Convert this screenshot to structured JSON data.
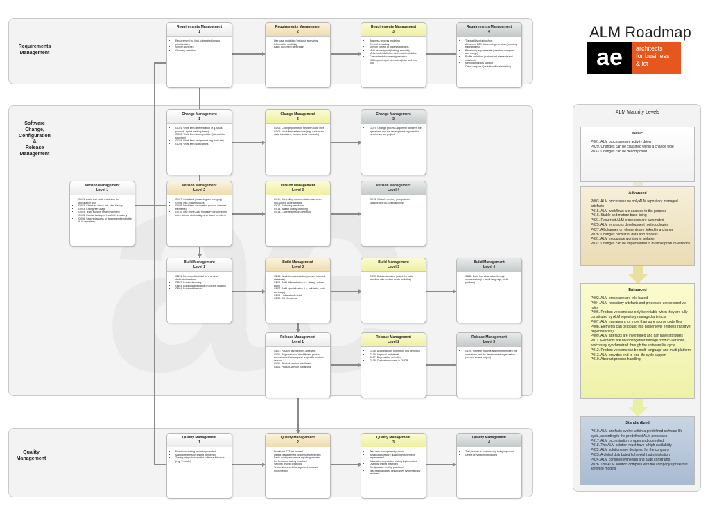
{
  "title": "ALM Roadmap",
  "logo": {
    "mark": "ae",
    "line1": "architects",
    "line2": "for business",
    "line3": "& ict"
  },
  "rows": {
    "requirements": "Requirements Management",
    "scm_lines": [
      "Software",
      "Change,",
      "Configuration",
      "&",
      "Release",
      "Management"
    ],
    "quality": "Quality Management"
  },
  "boxes": {
    "req1": {
      "t1": "Requirements Management",
      "t2": "1",
      "items": [
        "Requirement list (incl. categorization and prioritization)",
        "Screen sketches",
        "Glossary definition"
      ]
    },
    "req2": {
      "t1": "Requirements Management",
      "t2": "2",
      "items": [
        "Use case modeling (pre/post, scenarios)",
        "Information modeling",
        "Basic document generation"
      ]
    },
    "req3": {
      "t1": "Requirements Management",
      "t2": "3",
      "items": [
        "Business process modeling",
        "Central repository",
        "Version control of analysis artefacts",
        "Multi-user support (locking, security)",
        "Meta-model definition and model validation",
        "Customized document generation",
        "XMI import/export of models (inter and intra tool)"
      ]
    },
    "req4": {
      "t1": "Requirements Management",
      "t2": "4",
      "items": [
        "Traceability relationships",
        "Advanced E2E document generation (following traceabilities)",
        "Baselining requirements (baseline, compare and merge)",
        "Profile definition (customized elements and notations)",
        "Method workflow support",
        "Pattern support (definition & instantiation)"
      ]
    },
    "chg1": {
      "t1": "Change Management",
      "t2": "1",
      "items": [
        "GC01. Work item differentiation (e.g. tasks, product - sprint backlog items)",
        "GC02. Work item decomposition (hierarchical structure)",
        "GC03. Work item assignment (e.g. todo list)",
        "GC04. Work item notifications"
      ]
    },
    "chg2": {
      "t1": "Change Management",
      "t2": "2",
      "items": [
        "GC05. Change promotion between code lines",
        "GC06. Work item extensions (e.g. customized state transitions, custom fields - controls)"
      ]
    },
    "chg3": {
      "t1": "Change Management",
      "t2": "3",
      "items": [
        "GC07. Change process alignment between the operations and the development organization (service versus project)"
      ]
    },
    "ver1": {
      "t1": "Version Management",
      "t2": "Level 1",
      "items": [
        "GV01. Avoid that code resides on the workstation only",
        "GV02. Check-in, check-out, view history",
        "GV03. Changeset usage",
        "GV04. Team support for development",
        "GV05. Central backup of the ALM repository",
        "GV06. Secured access for team members to the ALM repository"
      ]
    },
    "ver2": {
      "t1": "Version Management",
      "t2": "Level 2",
      "items": [
        "GV07. Codelines (branching and merging)",
        "GV08. Use of workspaces",
        "GV09. Work item association (source oriented elements)",
        "GV10. Use of the ALM repository for unfinished work without obstructing other team members"
      ]
    },
    "ver3": {
      "t1": "Version Management",
      "t2": "Level 3",
      "items": [
        "GV11. Controlling documentation and other non-source code artifacts",
        "GV12. Enforcing standards",
        "GV13. Artifact quality checking",
        "GV14. Code regression detection"
      ]
    },
    "ver4": {
      "t1": "Version Management",
      "t2": "Level 4",
      "items": [
        "GV15. Global inventory (integrated or collaborating ALM repositories)"
      ]
    },
    "bld1": {
      "t1": "Build Management",
      "t2": "Level 1",
      "items": [
        "GB01. Reproducible build on a central dedicated machine",
        "GB02. Build scheduling",
        "GB03. Build log and status on central location",
        "GB04. Build notifications"
      ]
    },
    "bld2": {
      "t1": "Build Management",
      "t2": "Level 2",
      "items": [
        "GB05. Work item association (derived oriented elements)",
        "GB06. Build differentiation (i.e. debug, release build)",
        "GB07. Build specialization (i.e. unit tests, code coverage)",
        "GB08. Unbreakable build",
        "GB09. Bill of material"
      ]
    },
    "bld3": {
      "t1": "Build Management",
      "t2": "Level 3",
      "items": [
        "CB10. Build extensions (adapt the build workflow with custom made activities)"
      ]
    },
    "bld4": {
      "t1": "Build Management",
      "t2": "Level 4",
      "items": [
        "GB11. Build tool abstraction through orchestration (i.e. multi-language, multi platform)"
      ]
    },
    "rel1": {
      "t1": "Release Management",
      "t2": "Level 1",
      "items": [
        "GL01. Parallel development approach",
        "GL02. Registration of the different product-components that comprise a specific product-version",
        "GL03. Product-version enrollment",
        "GL04. Product-version publishing"
      ]
    },
    "rel2": {
      "t1": "Release Management",
      "t2": "Level 2",
      "items": [
        "GL05. Unambiguous promotion and demotion",
        "GL06. Approval and denial",
        "GL07. Deprecation detection",
        "GL08. Context structures in CMDB"
      ]
    },
    "rel3": {
      "t1": "Release Management",
      "t2": "Level 3",
      "items": [
        "GL09. Release process alignment between the operations and the development organization (service versus project)"
      ]
    },
    "qa1": {
      "t1": "Quality Management",
      "t2": "1",
      "items": [
        "Functional testing repository created",
        "Manual regression testing performed",
        "Testing integrated into the software life cycle (e.g. V-model)"
      ]
    },
    "qa2": {
      "t1": "Quality Management",
      "t2": "2",
      "items": [
        "Prioritized FTT list created",
        "Defect Management process implemented",
        "Basic quality assurance reports generated",
        "Performance testing practiced",
        "Security testing practiced",
        "Test environment Management process implemented"
      ]
    },
    "qa3": {
      "t1": "Quality Management",
      "t2": "3",
      "items": [
        "Test data management process",
        "Advanced software quality measurement implemented",
        "Automated regression testing implemented",
        "Usability testing practiced",
        "Configuration testing practiced",
        "Test basis and test deliverables systematically reviewed"
      ]
    },
    "qa4": {
      "t1": "Quality Management",
      "t2": "4",
      "items": [
        "Test process is continuously being improved",
        "Defect prevention introduced"
      ]
    }
  },
  "maturity": {
    "title": "ALM Maturity Levels",
    "basic": {
      "name": "Basic",
      "items": [
        "P001. ALM processes are activity driven",
        "P029. Changes can be classified within a change type",
        "P033. Changes can be decomposed"
      ]
    },
    "advanced": {
      "name": "Advanced",
      "items": [
        "P003. ALM processes use only ALM repository managed artefacts",
        "P015. ALM workflows are adapted to the purpose",
        "P016. Stable and mature base lining",
        "P021. Recurrent ALM processes are automated",
        "P025. ALM embraces development methodologies",
        "P027. All changes on elements are linked to a change",
        "P028. Changes consist of data and process",
        "P031. ALM encourage working in isolation",
        "P032. Changes can be implemented in multiple product-versions"
      ]
    },
    "enhanced": {
      "name": "Enhanced",
      "items": [
        "P002. ALM processes are role based",
        "P004. ALM repository artefacts and processes are secured via roles",
        "P006. Product-versions can only be reliable when they are fully constituted by ALM repository managed artefacts",
        "P007. ALM manages a lot more than pure source code files",
        "P008. Elements can be bound into higher level entities (transitive dependencies)",
        "P009. ALM artefacts are inventoried and can have attributes",
        "P011. Elements are bound together through product-versions, which stay synchronized through the software life cycle",
        "P012. Product-versions can be multi-language and multi-platform",
        "P013. ALM provides end-to-end life cycle support",
        "P019. Abstract process handling"
      ]
    },
    "standardized": {
      "name": "Standardized",
      "items": [
        "P010. ALM artefacts evolve within a predefined software life cycle, according to the predefined ALM processes",
        "P017. ALM orchestration is open and controlled",
        "P018. The ALM solution must have a high availability",
        "P022. ALM solutions are designed for the company",
        "P023. A global distributed lightweight administration",
        "P024. ALM complies with legal and audit constraints",
        "P026. The ALM solution complies with the company's preferred software models"
      ]
    }
  }
}
